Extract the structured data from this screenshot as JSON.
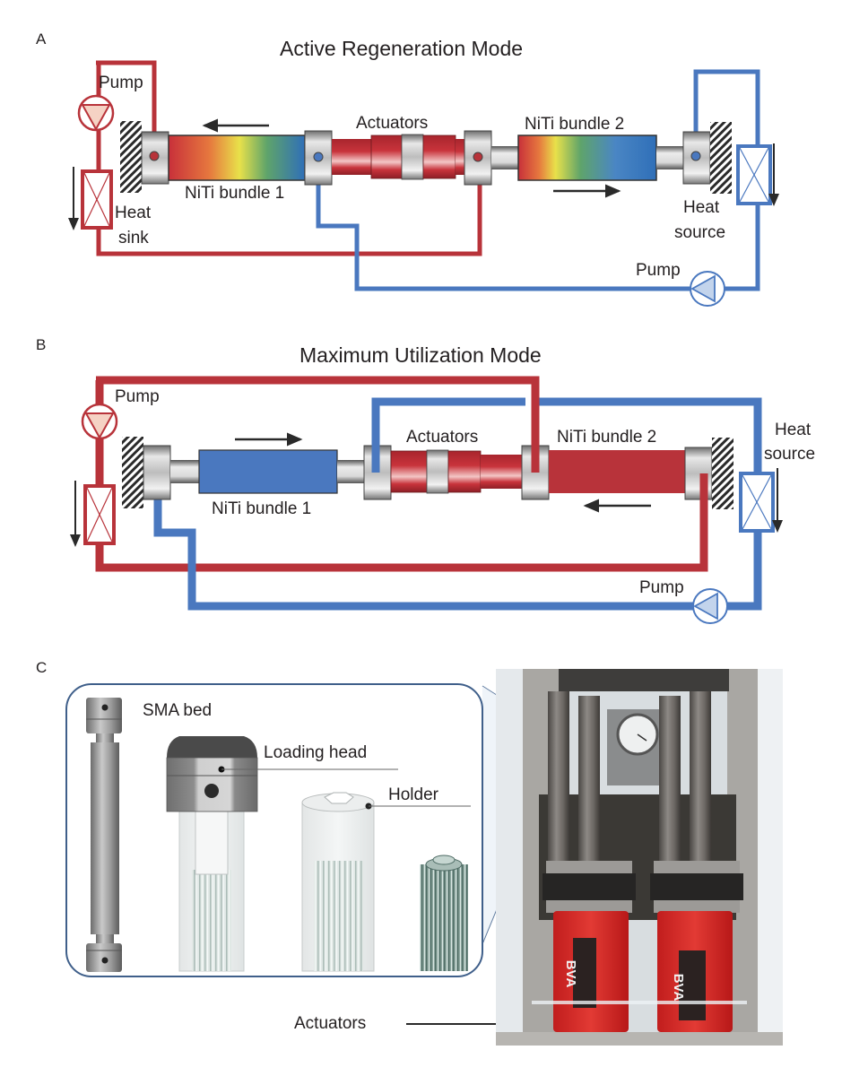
{
  "panels": {
    "a": {
      "letter": "A",
      "title": "Active Regeneration Mode",
      "labels": {
        "pump_left": "Pump",
        "actuators": "Actuators",
        "bundle1": "NiTi bundle 1",
        "bundle2": "NiTi bundle 2",
        "heat_sink_line1": "Heat",
        "heat_sink_line2": "sink",
        "heat_source_line1": "Heat",
        "heat_source_line2": "source",
        "pump_right": "Pump"
      },
      "bundle1_state": "gradient hot-to-cold",
      "bundle2_state": "gradient hot-to-cold",
      "bundle1_motion": "left",
      "bundle2_motion": "right"
    },
    "b": {
      "letter": "B",
      "title": "Maximum Utilization Mode",
      "labels": {
        "pump_left": "Pump",
        "actuators": "Actuators",
        "bundle1": "NiTi bundle 1",
        "bundle2": "NiTi bundle 2",
        "heat_source_line1": "Heat",
        "heat_source_line2": "source",
        "pump_right": "Pump"
      },
      "bundle1_state": "cold",
      "bundle2_state": "hot",
      "bundle1_motion": "right",
      "bundle2_motion": "left"
    },
    "c": {
      "letter": "C",
      "labels": {
        "sma_bed": "SMA bed",
        "loading_head": "Loading head",
        "holder": "Holder",
        "actuators": "Actuators"
      },
      "photo_text": {
        "brand_left": "BVA",
        "brand_right": "BVA"
      }
    }
  },
  "colors": {
    "hot": "#b8333a",
    "cold": "#4a78bf",
    "text": "#231f20",
    "frame": "#3f5f8a"
  }
}
